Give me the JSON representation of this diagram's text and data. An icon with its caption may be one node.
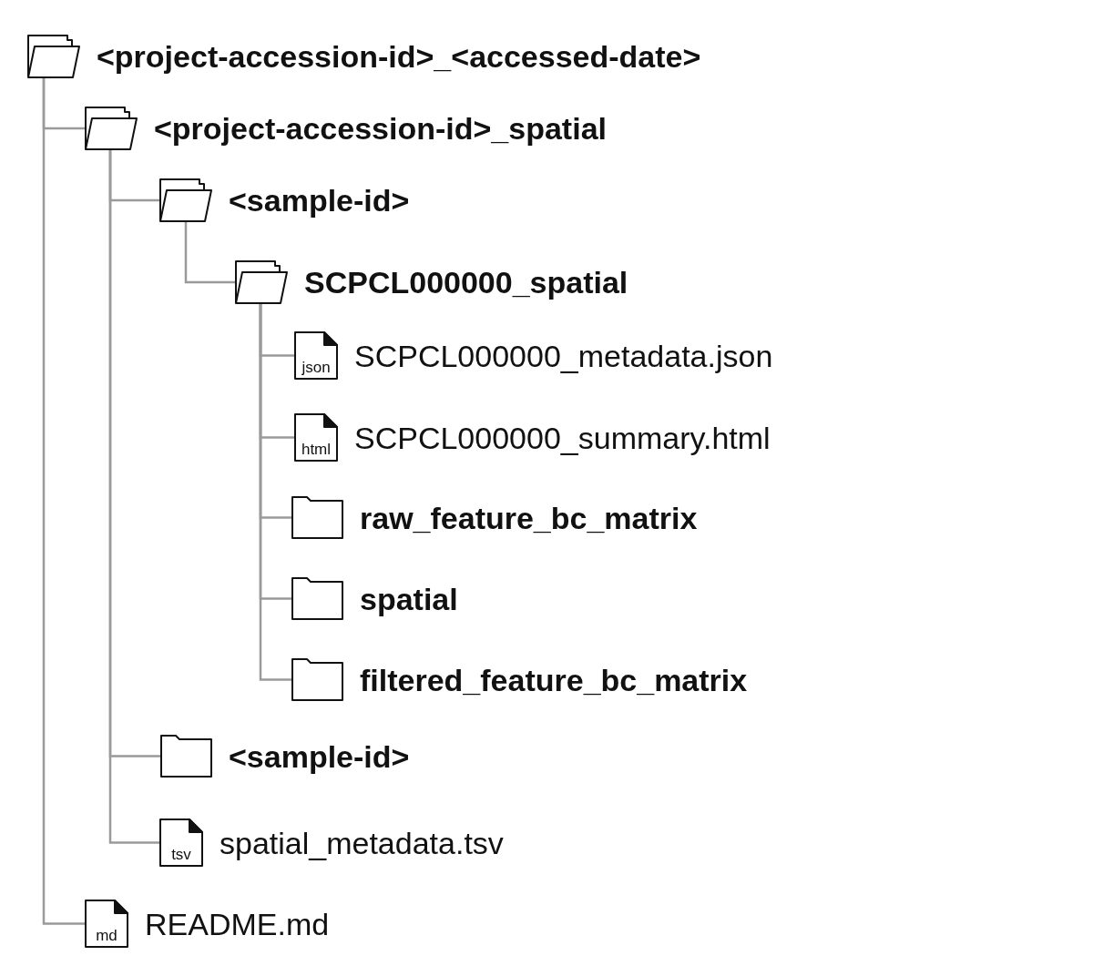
{
  "diagram": {
    "nodes": [
      {
        "text": [
          "<project-accession-id>_<accessed-date>"
        ]
      },
      {
        "text": [
          "<project-accession-id>_spatial"
        ]
      },
      {
        "text": [
          "<sample-id>"
        ]
      },
      {
        "text": [
          "SCPCL000000_spatial"
        ]
      },
      {
        "text": [
          "json",
          "SCPCL000000_metadata.json"
        ]
      },
      {
        "text": [
          "html",
          "SCPCL000000_summary.html"
        ]
      },
      {
        "text": [
          "raw_feature_bc_matrix"
        ]
      },
      {
        "text": [
          "spatial"
        ]
      },
      {
        "text": [
          "filtered_feature_bc_matrix"
        ]
      },
      {
        "text": [
          "<sample-id>"
        ]
      },
      {
        "text": [
          "tsv",
          "spatial_metadata.tsv"
        ]
      },
      {
        "text": [
          "md",
          "README.md"
        ]
      }
    ],
    "edges": [
      {
        "from": 0,
        "to": 1,
        "arrow": "none"
      },
      {
        "from": 1,
        "to": 2,
        "arrow": "none"
      },
      {
        "from": 2,
        "to": 3,
        "arrow": "none"
      },
      {
        "from": 3,
        "to": 4,
        "arrow": "none"
      },
      {
        "from": 3,
        "to": 5,
        "arrow": "none"
      },
      {
        "from": 3,
        "to": 6,
        "arrow": "none"
      },
      {
        "from": 3,
        "to": 7,
        "arrow": "none"
      },
      {
        "from": 3,
        "to": 8,
        "arrow": "none"
      },
      {
        "from": 1,
        "to": 9,
        "arrow": "none"
      },
      {
        "from": 1,
        "to": 10,
        "arrow": "none"
      },
      {
        "from": 0,
        "to": 11,
        "arrow": "none"
      }
    ]
  }
}
